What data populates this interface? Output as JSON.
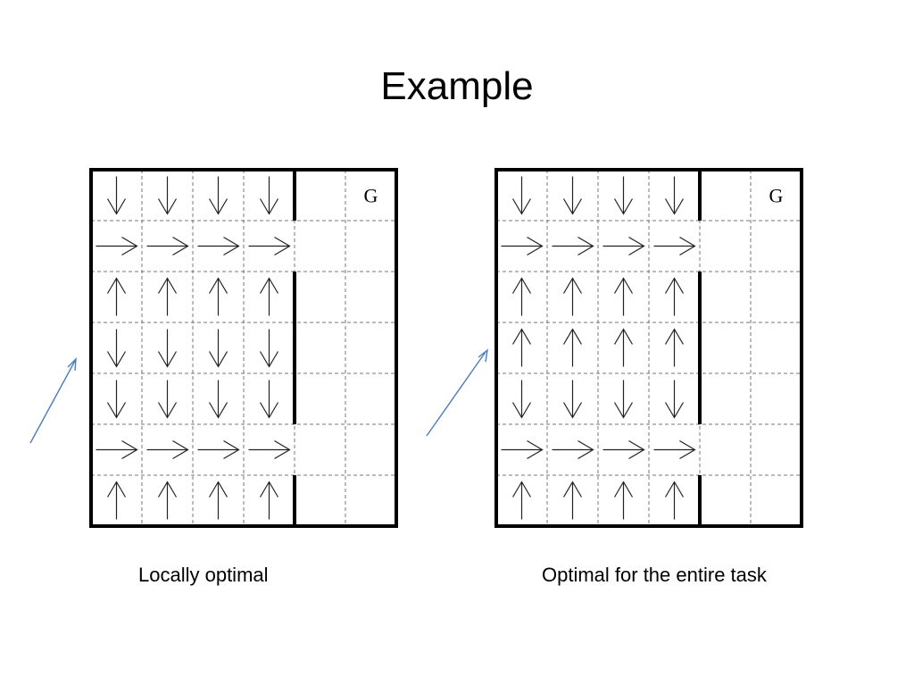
{
  "title": "Example",
  "goal_label": "G",
  "colors": {
    "pointer": "#4a7ebb",
    "grid_line": "#777777",
    "wall": "#000000",
    "arrow": "#222222"
  },
  "panels": [
    {
      "caption": "Locally optimal",
      "policy": [
        [
          "down",
          "down",
          "down",
          "down"
        ],
        [
          "right",
          "right",
          "right",
          "right"
        ],
        [
          "up",
          "up",
          "up",
          "up"
        ],
        [
          "down",
          "down",
          "down",
          "down"
        ],
        [
          "down",
          "down",
          "down",
          "down"
        ],
        [
          "right",
          "right",
          "right",
          "right"
        ],
        [
          "up",
          "up",
          "up",
          "up"
        ]
      ],
      "pointer_row": 3
    },
    {
      "caption": "Optimal for the entire task",
      "policy": [
        [
          "down",
          "down",
          "down",
          "down"
        ],
        [
          "right",
          "right",
          "right",
          "right"
        ],
        [
          "up",
          "up",
          "up",
          "up"
        ],
        [
          "up",
          "up",
          "up",
          "up"
        ],
        [
          "down",
          "down",
          "down",
          "down"
        ],
        [
          "right",
          "right",
          "right",
          "right"
        ],
        [
          "up",
          "up",
          "up",
          "up"
        ]
      ],
      "pointer_row": 3
    }
  ],
  "grid": {
    "rows": 7,
    "cols": 6,
    "goal_cell": [
      0,
      5
    ],
    "wall_col_boundary": 4,
    "wall_open_rows": [
      1,
      5
    ]
  }
}
